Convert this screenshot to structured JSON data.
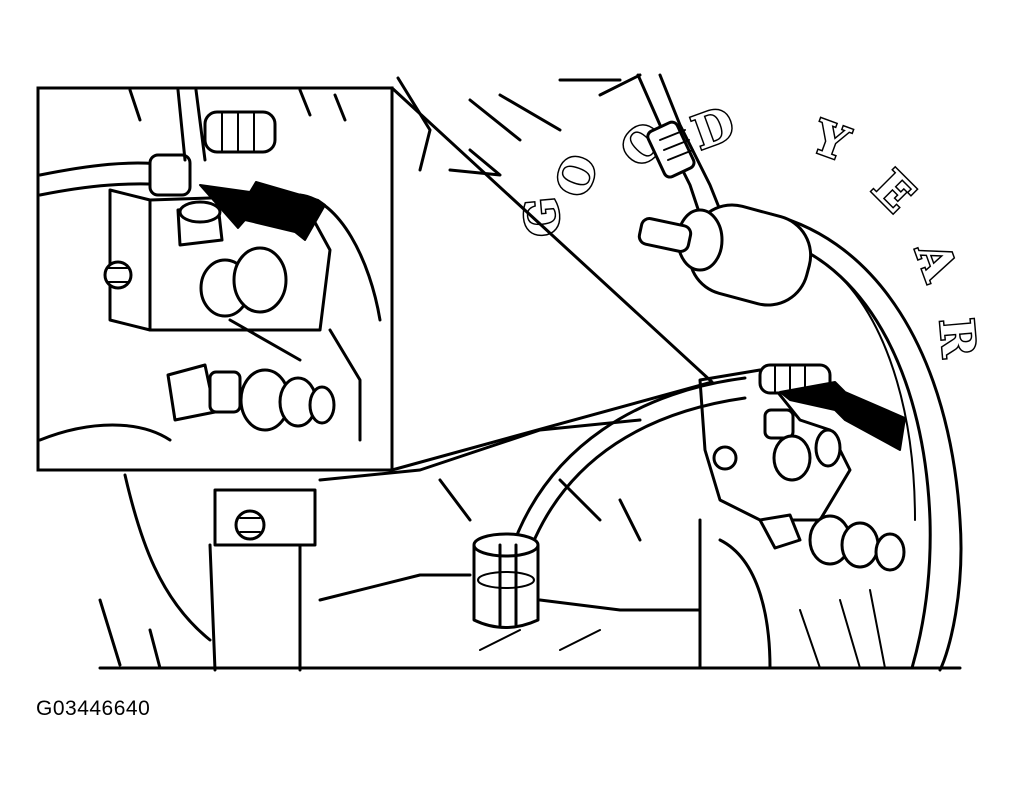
{
  "figure": {
    "id_label": "G03446640",
    "tire_letters": [
      "G",
      "O",
      "O",
      "D",
      "Y",
      "E",
      "A",
      "R"
    ]
  }
}
